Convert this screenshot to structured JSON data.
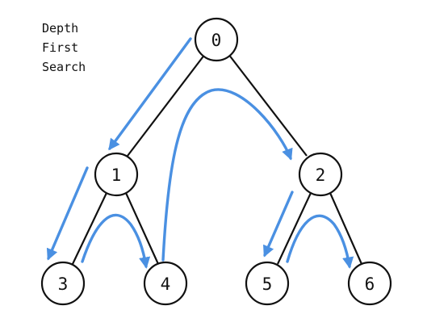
{
  "title": [
    "Depth",
    "First",
    "Search"
  ],
  "nodes": [
    {
      "id": "0",
      "label": "0"
    },
    {
      "id": "1",
      "label": "1"
    },
    {
      "id": "2",
      "label": "2"
    },
    {
      "id": "3",
      "label": "3"
    },
    {
      "id": "4",
      "label": "4"
    },
    {
      "id": "5",
      "label": "5"
    },
    {
      "id": "6",
      "label": "6"
    }
  ],
  "edges": [
    {
      "from": "0",
      "to": "1"
    },
    {
      "from": "0",
      "to": "2"
    },
    {
      "from": "1",
      "to": "3"
    },
    {
      "from": "1",
      "to": "4"
    },
    {
      "from": "2",
      "to": "5"
    },
    {
      "from": "2",
      "to": "6"
    }
  ],
  "traversal": [
    {
      "from": "0",
      "to": "1"
    },
    {
      "from": "1",
      "to": "3"
    },
    {
      "from": "3",
      "to": "4"
    },
    {
      "from": "4",
      "to": "2"
    },
    {
      "from": "2",
      "to": "5"
    },
    {
      "from": "5",
      "to": "6"
    }
  ],
  "colors": {
    "arrow": "#4a90e2",
    "stroke": "#111111",
    "text": "#111111",
    "background": "#ffffff"
  }
}
